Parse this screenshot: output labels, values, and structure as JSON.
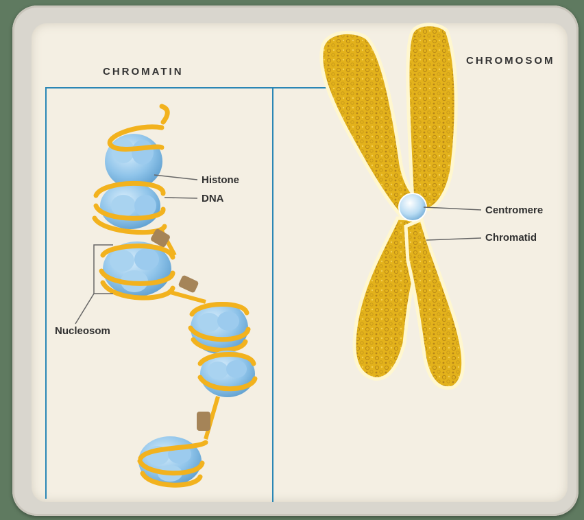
{
  "sections": {
    "left_title": "CHROMATIN",
    "right_title": "CHROMOSOM"
  },
  "callouts": {
    "histone": "Histone",
    "dna": "DNA",
    "nucleosome": "Nucleosom",
    "centromere": "Centromere",
    "chromatid": "Chromatid"
  },
  "colors": {
    "background": "#5f7a60",
    "panel": "#f4efe3",
    "guide_line": "#2a86b5",
    "dna_ribbon": "#f2b21e",
    "histone": "#8fc4ea",
    "linker": "#a58458",
    "chromosome": "#e3b21b"
  }
}
